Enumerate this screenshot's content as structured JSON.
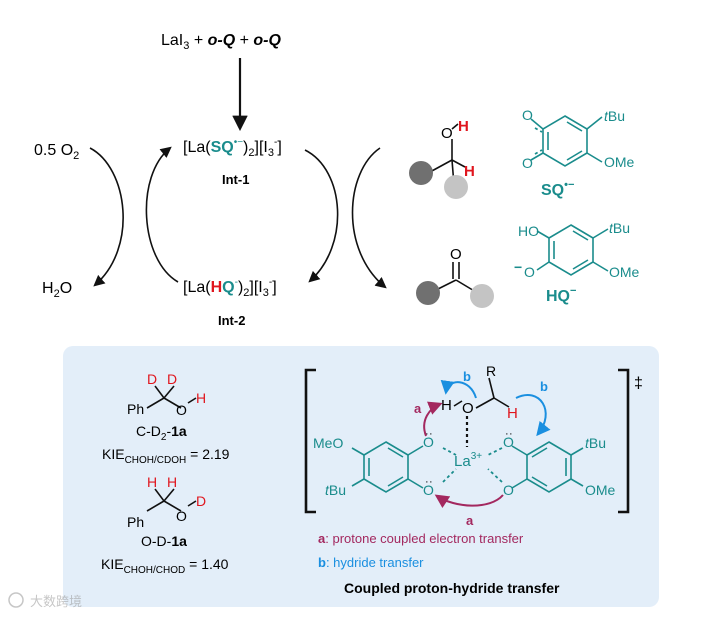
{
  "top_reagents": {
    "prefix": "LaI",
    "prefix_sub": "3",
    "plus": " + ",
    "reagent": "o-Q"
  },
  "cycle": {
    "oxygen": "0.5 O",
    "oxygen_sub": "2",
    "water": "H",
    "water_sub": "2",
    "water_end": "O",
    "int1_open": "[La(",
    "int1_label": "SQ",
    "int1_charge": "•−",
    "int1_close": ")",
    "int1_sub": "2",
    "int1_tail": "][I",
    "int1_tail_sub": "3",
    "int1_tail_sup": "-",
    "int1_end": "]",
    "int1_name": "Int-1",
    "int2_open": "[La(",
    "int2_h": "H",
    "int2_q": "Q",
    "int2_charge": "-",
    "int2_close": ")",
    "int2_sub": "2",
    "int2_tail": "][I",
    "int2_tail_sub": "3",
    "int2_tail_sup": "-",
    "int2_end": "]",
    "int2_name": "Int-2"
  },
  "substrates": {
    "alcohol_o": "O",
    "alcohol_h": "H",
    "ketone_o": "O"
  },
  "ligands": {
    "sq_name": "SQ",
    "sq_charge": "•−",
    "sq_o": "O",
    "sq_tbu_t": "t",
    "sq_tbu": "Bu",
    "sq_ome": "OMe",
    "hq_name": "HQ",
    "hq_charge": "−",
    "hq_ho": "HO",
    "hq_tbu_t": "t",
    "hq_tbu": "Bu",
    "hq_ome": "OMe",
    "hq_minus": "−"
  },
  "kie": {
    "c_label_d": "D",
    "ph": "Ph",
    "o": "O",
    "h": "H",
    "c_name_pre": "C-D",
    "c_name_sub": "2",
    "c_name_post": "-",
    "c_name_bold": "1a",
    "c_kie": "KIE",
    "c_kie_sub": "CHOH/CDOH",
    "c_kie_val": " = 2.19",
    "o_name_pre": "O-D-",
    "o_name_bold": "1a",
    "o_kie": "KIE",
    "o_kie_sub": "CHOH/CHOD",
    "o_kie_val": " = 1.40"
  },
  "ts": {
    "dagger": "‡",
    "h": "H",
    "o": "O",
    "r": "R",
    "la": "La",
    "la_charge": "3+",
    "meo": "MeO",
    "tbu_t": "t",
    "tbu": "Bu",
    "ome": "OMe",
    "arrow_a": "a",
    "arrow_b": "b",
    "legend_a_key": "a",
    "legend_a_text": ": protone coupled electron transfer",
    "legend_b_key": "b",
    "legend_b_text": ": hydride transfer",
    "caption": "Coupled proton-hydride transfer"
  },
  "watermark": "大数跨境",
  "colors": {
    "teal": "#1a8c8c",
    "red": "#e0161e",
    "blue": "#1a8fe0",
    "plum": "#a3285f",
    "panel": "#e3eef9"
  }
}
